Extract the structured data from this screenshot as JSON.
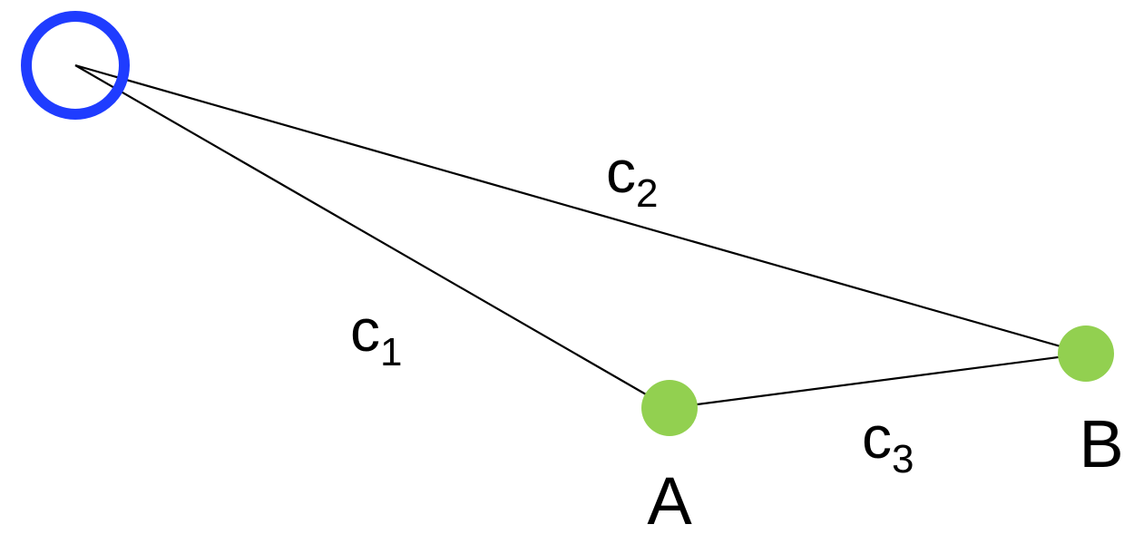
{
  "colors": {
    "origin_ring": "#1f3cff",
    "point_fill": "#92d050",
    "line": "#000000",
    "background": "#ffffff"
  },
  "points": {
    "A": {
      "label": "A"
    },
    "B": {
      "label": "B"
    }
  },
  "edges": {
    "c1": {
      "base": "c",
      "subscript": "1"
    },
    "c2": {
      "base": "c",
      "subscript": "2"
    },
    "c3": {
      "base": "c",
      "subscript": "3"
    }
  }
}
